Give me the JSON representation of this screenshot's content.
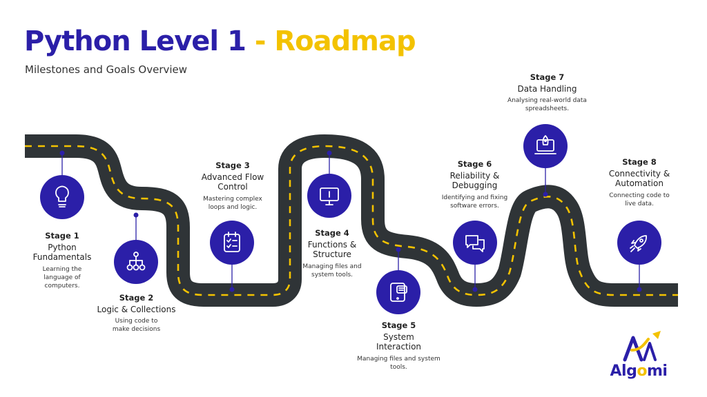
{
  "header": {
    "title_main": "Python Level 1",
    "title_dash": " - ",
    "title_accent": "Roadmap",
    "subtitle": "Milestones and Goals Overview"
  },
  "colors": {
    "brand": "#2b1fa8",
    "accent": "#f3c200",
    "road": "#2f3437",
    "lane": "#f3c200"
  },
  "stages": [
    {
      "name": "Stage 1",
      "title_lines": [
        "Python",
        "Fundamentals"
      ],
      "desc_lines": [
        "Learning the",
        "language of",
        "computers."
      ],
      "icon": "lightbulb-icon"
    },
    {
      "name": "Stage 2",
      "title_lines": [
        "Logic & Collections"
      ],
      "desc_lines": [
        "Using code to",
        "make decisions"
      ],
      "icon": "hierarchy-icon"
    },
    {
      "name": "Stage 3",
      "title_lines": [
        "Advanced Flow",
        "Control"
      ],
      "desc_lines": [
        "Mastering complex",
        "loops and logic."
      ],
      "icon": "checklist-icon"
    },
    {
      "name": "Stage 4",
      "title_lines": [
        "Functions &",
        "Structure"
      ],
      "desc_lines": [
        "Managing files and",
        "system tools."
      ],
      "icon": "monitor-icon"
    },
    {
      "name": "Stage 5",
      "title_lines": [
        "System",
        "Interaction"
      ],
      "desc_lines": [
        "Managing files and system",
        "tools."
      ],
      "icon": "tablet-chat-icon"
    },
    {
      "name": "Stage 6",
      "title_lines": [
        "Reliability &",
        "Debugging"
      ],
      "desc_lines": [
        "Identifying and fixing",
        "software errors."
      ],
      "icon": "chat-bubbles-icon"
    },
    {
      "name": "Stage 7",
      "title_lines": [
        "Data Handling"
      ],
      "desc_lines": [
        "Analysing real-world data",
        "spreadsheets."
      ],
      "icon": "laptop-rocket-icon"
    },
    {
      "name": "Stage 8",
      "title_lines": [
        "Connectivity &",
        "Automation"
      ],
      "desc_lines": [
        "Connecting code to",
        "live data."
      ],
      "icon": "rocket-icon"
    }
  ],
  "logo": {
    "text_a": "Alg",
    "text_b": "o",
    "text_c": "mi"
  }
}
